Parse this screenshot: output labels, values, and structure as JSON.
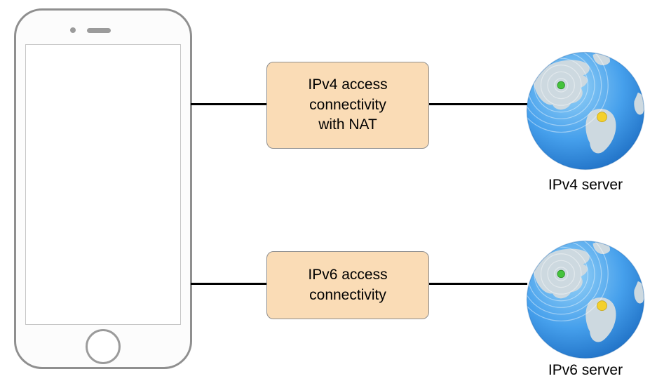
{
  "rows": [
    {
      "box_lines": [
        "IPv4 access",
        "connectivity",
        "with NAT"
      ],
      "server_label": "IPv4 server"
    },
    {
      "box_lines": [
        "IPv6 access",
        "connectivity"
      ],
      "server_label": "IPv6 server"
    }
  ],
  "device": "smartphone",
  "colors": {
    "box_fill": "#FADCB6",
    "box_border": "#8F8F8F",
    "connector_line": "#000000",
    "globe_ocean": "#2F84DC",
    "globe_land": "#CDD9E0",
    "green_dot": "#44C33C",
    "yellow_dot": "#F4D02B",
    "phone_border": "#8F8F8F"
  }
}
